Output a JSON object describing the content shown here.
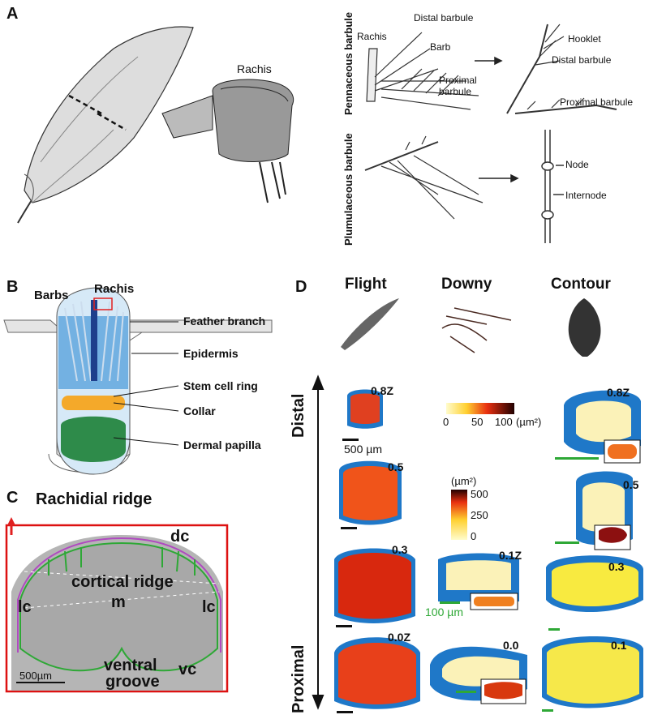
{
  "panel_a": {
    "letter": "A",
    "rachis_label": "Rachis",
    "pennaceous_label": "Pennaceous barbule",
    "plumulaceous_label": "Plumulaceous barbule",
    "labels": {
      "rachis": "Rachis",
      "distal_barbule": "Distal barbule",
      "barb": "Barb",
      "proximal_barbule_1": "Proximal",
      "proximal_barbule_2": "barbule",
      "hooklet": "Hooklet",
      "distal_barbule_right": "Distal barbule",
      "proximal_barbule_right": "Proximal barbule",
      "node": "Node",
      "internode": "Internode"
    }
  },
  "panel_b": {
    "letter": "B",
    "barbs": "Barbs",
    "rachis": "Rachis",
    "feather_branch": "Feather branch",
    "epidermis": "Epidermis",
    "stem_cell_ring": "Stem cell ring",
    "collar": "Collar",
    "dermal_papilla": "Dermal papilla"
  },
  "panel_c": {
    "letter": "C",
    "title": "Rachidial ridge",
    "dc": "dc",
    "cortical_ridge": "cortical ridge",
    "m": "m",
    "lc_left": "lc",
    "lc_right": "lc",
    "ventral": "ventral",
    "groove": "groove",
    "vc": "vc",
    "scale": "500µm"
  },
  "panel_d": {
    "letter": "D",
    "columns": [
      "Flight",
      "Downy",
      "Contour"
    ],
    "distal": "Distal",
    "proximal": "Proximal",
    "flight_levels": [
      "0.8Z",
      "0.5",
      "0.3",
      "0.0Z"
    ],
    "downy_levels": [
      "0.1Z",
      "0.0"
    ],
    "contour_levels": [
      "0.8Z",
      "0.5",
      "0.3",
      "0.1"
    ],
    "scale_500": "500 µm",
    "scale_100": "100 µm",
    "colorbar1": {
      "ticks": [
        "0",
        "50",
        "100"
      ],
      "unit": "(µm²)"
    },
    "colorbar2": {
      "unit": "(µm²)",
      "ticks": [
        "500",
        "250",
        "0"
      ]
    }
  }
}
